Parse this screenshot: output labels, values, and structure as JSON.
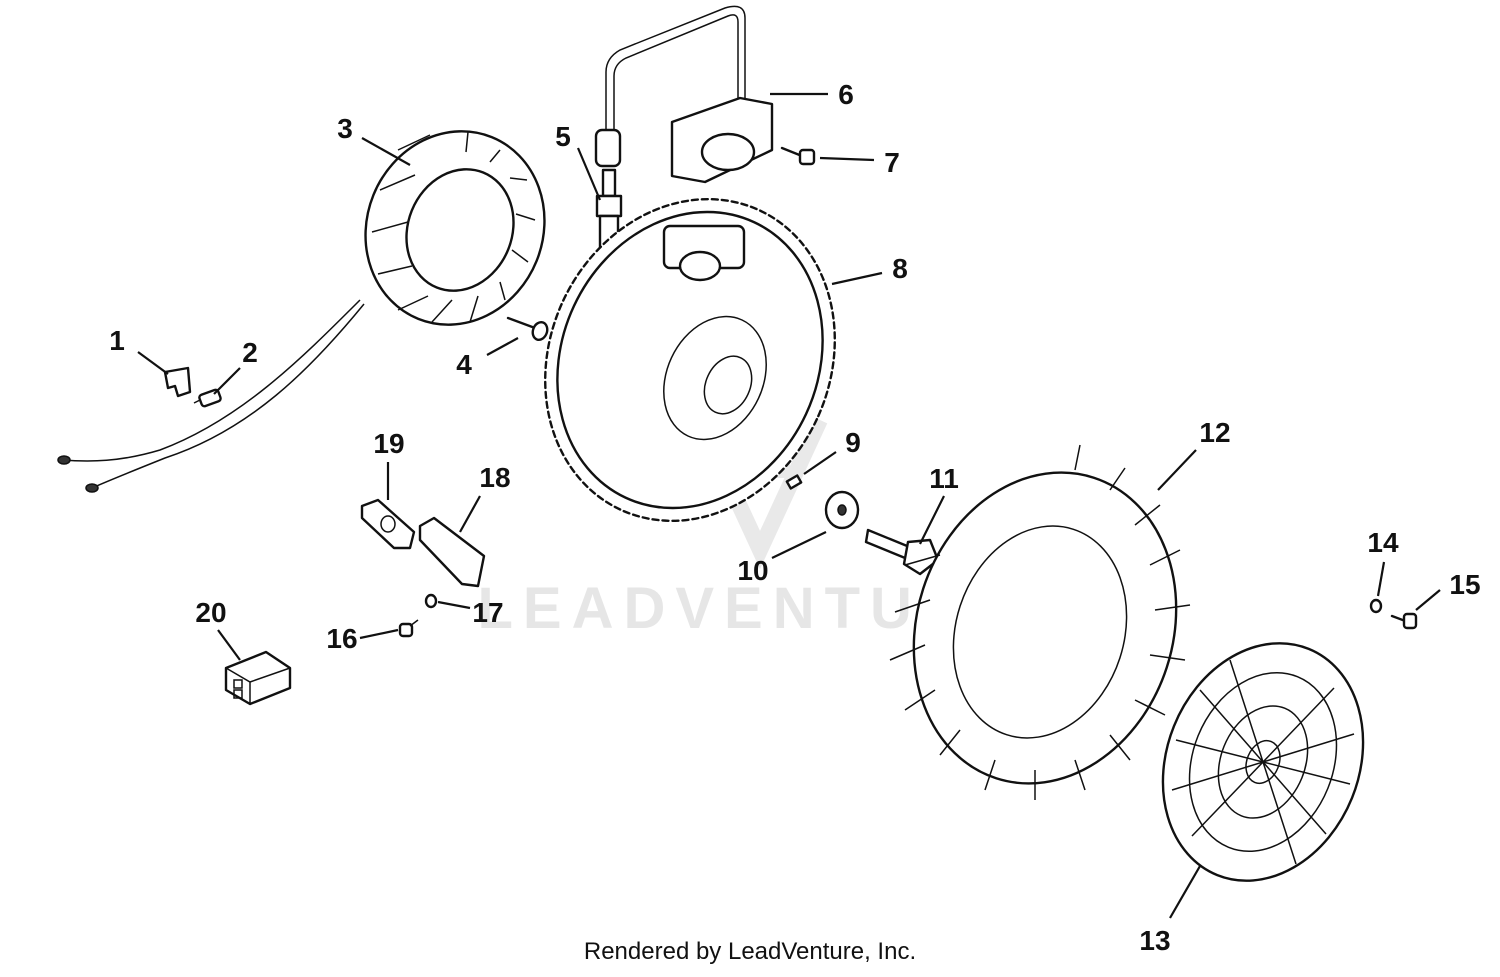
{
  "watermark": {
    "text": "LEADVENTURE"
  },
  "footer": {
    "text": "Rendered by LeadVenture, Inc."
  },
  "callouts": [
    {
      "key": "p1",
      "label": "1"
    },
    {
      "key": "p2",
      "label": "2"
    },
    {
      "key": "p3",
      "label": "3"
    },
    {
      "key": "p4",
      "label": "4"
    },
    {
      "key": "p5",
      "label": "5"
    },
    {
      "key": "p6",
      "label": "6"
    },
    {
      "key": "p7",
      "label": "7"
    },
    {
      "key": "p8",
      "label": "8"
    },
    {
      "key": "p9",
      "label": "9"
    },
    {
      "key": "p10",
      "label": "10"
    },
    {
      "key": "p11",
      "label": "11"
    },
    {
      "key": "p12",
      "label": "12"
    },
    {
      "key": "p13",
      "label": "13"
    },
    {
      "key": "p14",
      "label": "14"
    },
    {
      "key": "p15",
      "label": "15"
    },
    {
      "key": "p16",
      "label": "16"
    },
    {
      "key": "p17",
      "label": "17"
    },
    {
      "key": "p18",
      "label": "18"
    },
    {
      "key": "p19",
      "label": "19"
    },
    {
      "key": "p20",
      "label": "20"
    }
  ]
}
